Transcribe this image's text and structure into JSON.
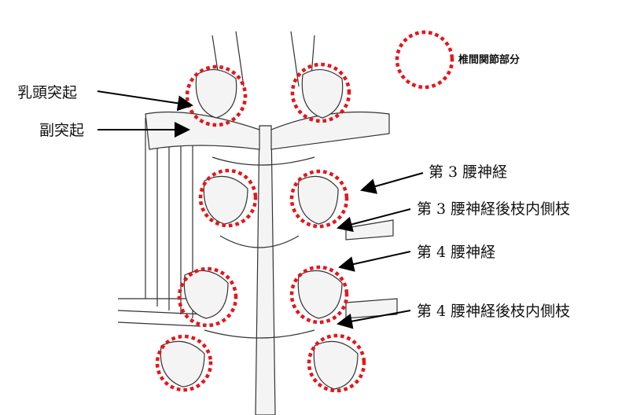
{
  "legend": {
    "label": "椎間関節部分",
    "color": "#e8141b"
  },
  "labels_left": [
    {
      "text": "乳頭突起"
    },
    {
      "text": "副突起"
    }
  ],
  "labels_right": [
    {
      "text": "第 3 腰神経"
    },
    {
      "text": "第 3 腰神経後枝内側枝"
    },
    {
      "text": "第 4 腰神経"
    },
    {
      "text": "第 4 腰神経後枝内側枝"
    }
  ]
}
